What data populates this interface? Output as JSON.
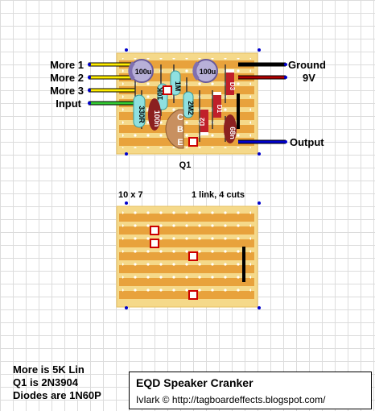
{
  "labels": {
    "more1": "More 1",
    "more2": "More 2",
    "more3": "More 3",
    "input": "Input",
    "ground": "Ground",
    "v9": "9V",
    "output": "Output",
    "q1": "Q1",
    "grid_size": "10 x 7",
    "links_cuts": "1 link, 4 cuts"
  },
  "components": {
    "cap_100u_left": "100u",
    "cap_100u_right": "100u",
    "res_1m": "1M",
    "res_10k": "10K",
    "res_2m2": "2M2",
    "res_330r": "330R",
    "cap_100n": "100n",
    "cap_68n": "68n",
    "diode_d1": "D1",
    "diode_d2": "D2",
    "diode_d3": "D3",
    "pin_c": "C",
    "pin_b": "B",
    "pin_e": "E"
  },
  "notes": {
    "line1": "More is 5K Lin",
    "line2": "Q1 is 2N3904",
    "line3": "Diodes are 1N60P"
  },
  "title": {
    "name": "EQD Speaker Cranker",
    "credit": "IvIark © http://tagboardeffects.blogspot.com/"
  },
  "colors": {
    "board": "#f5d98a",
    "strip": "#e8a23c",
    "wire_yellow": "#ffee00",
    "wire_green": "#33cc33",
    "wire_black": "#000000",
    "wire_red": "#b00000",
    "wire_blue": "#0000cc",
    "resistor": "#8fe0e0",
    "cap_film": "#8b2020",
    "cap_electrolytic": "#b8b0d8",
    "diode": "#c0202a",
    "transistor": "#c89060"
  }
}
